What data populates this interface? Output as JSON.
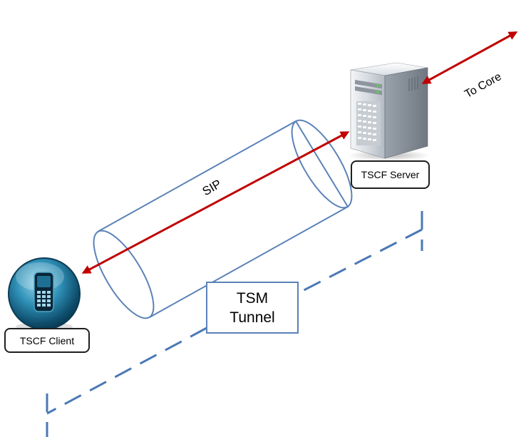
{
  "labels": {
    "server": "TSCF Server",
    "client": "TSCF Client",
    "sip": "SIP",
    "to_core": "To Core",
    "tsm_line1": "TSM",
    "tsm_line2": "Tunnel"
  },
  "icons": {
    "server": "server-tower-icon",
    "client": "mobile-phone-icon"
  },
  "colors": {
    "tunnel_stroke": "#5b82b8",
    "arrow": "#c00000",
    "dashed_bracket": "#4a78b5",
    "label_border": "#1f1f1f",
    "tsm_box_border": "#5b82b8"
  }
}
